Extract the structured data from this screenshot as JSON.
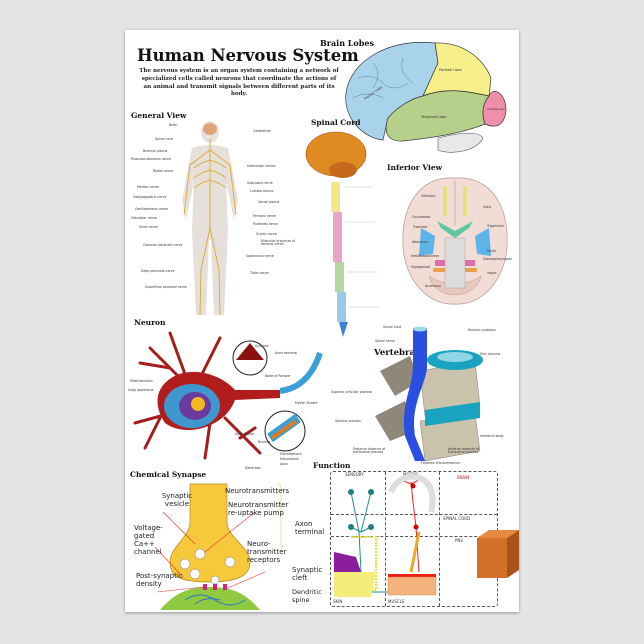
{
  "title": "Human Nervous System",
  "intro": "The nervous system is an organ system containing a network of specialized cells called neurons that coordinate the actions of an animal and transmit signals between different parts of its body.",
  "brain_lobes": {
    "heading": "Brain Lobes",
    "labels": [
      "Frontal Lobe",
      "Parietal Lobe",
      "Temporal Lobe",
      "Occipital Lobe"
    ],
    "colors": {
      "frontal": "#a9d3ea",
      "parietal": "#f6ef8a",
      "temporal": "#b6cf8a",
      "occipital": "#ef8fa9"
    }
  },
  "general_view": {
    "heading": "General View",
    "left_labels": [
      "Brain",
      "Spinal cord",
      "Brachial plexus",
      "Musculocutaneous nerve",
      "Radial nerve",
      "Median nerve",
      "Iliohypogastric nerve",
      "Genitofemoral nerve",
      "Obturator nerve",
      "Ulnar nerve",
      "Common peroneal nerve",
      "Deep peroneal nerve",
      "Superficial peroneal nerve"
    ],
    "right_labels": [
      "Cerebellum",
      "Intercostal nerves",
      "Subcostal nerve",
      "Lumbar plexus",
      "Sacral plexus",
      "Femoral nerve",
      "Pudendal nerve",
      "Sciatic nerve",
      "Muscular branches of femoral nerve",
      "Saphenous nerve",
      "Tibial nerve"
    ]
  },
  "spinal_cord": {
    "heading": "Spinal Cord"
  },
  "inferior_view": {
    "heading": "Inferior View",
    "labels": [
      "Olfactory",
      "Optic",
      "Oculomotor",
      "Trochlear",
      "Trigeminal",
      "Abducens",
      "Facial",
      "Vestibulocochlear",
      "Glossopharyngeal",
      "Hypoglossal",
      "Vagus",
      "Accessory"
    ]
  },
  "neuron": {
    "heading": "Neuron",
    "labels": [
      "Synapse",
      "Axon terminal",
      "Node of Ranvier",
      "Myelin Sheath",
      "Nucleus",
      "Microfilament",
      "Microtubule",
      "Axon",
      "Axon hillock",
      "Golgi apparatus",
      "Mitochondrion",
      "Dendrites"
    ]
  },
  "vertebrae": {
    "heading": "Vertebrae",
    "labels": [
      "Spinal Cord",
      "Nucleus pulposus",
      "Spinal nerve",
      "Disc annulus",
      "Superior articular process",
      "Spinous process",
      "Vertebral body",
      "Posterior tubercle of transverse process",
      "Anterior tubercle of transverse process",
      "Foramen transversarium"
    ]
  },
  "chemical_synapse": {
    "heading": "Chemical Synapse",
    "labels": {
      "vesicle": "Synaptic vesicle",
      "neurotransmitters": "Neurotransmitters",
      "reuptake": "Neurotransmitter re-uptake pump",
      "axon_terminal": "Axon terminal",
      "calcium": "Voltage-gated Ca++ channel",
      "receptors": "Neuro-transmitter receptors",
      "cleft": "Synaptic cleft",
      "density": "Post-synaptic density",
      "spine": "Dendritic spine"
    }
  },
  "function": {
    "heading": "Function",
    "columns": [
      "SENSORY",
      "MOTOR"
    ],
    "legend": [
      "BRAIN",
      "SPINAL CORD",
      "PNS"
    ],
    "bottom": [
      "SKIN",
      "MUSCLE"
    ]
  }
}
